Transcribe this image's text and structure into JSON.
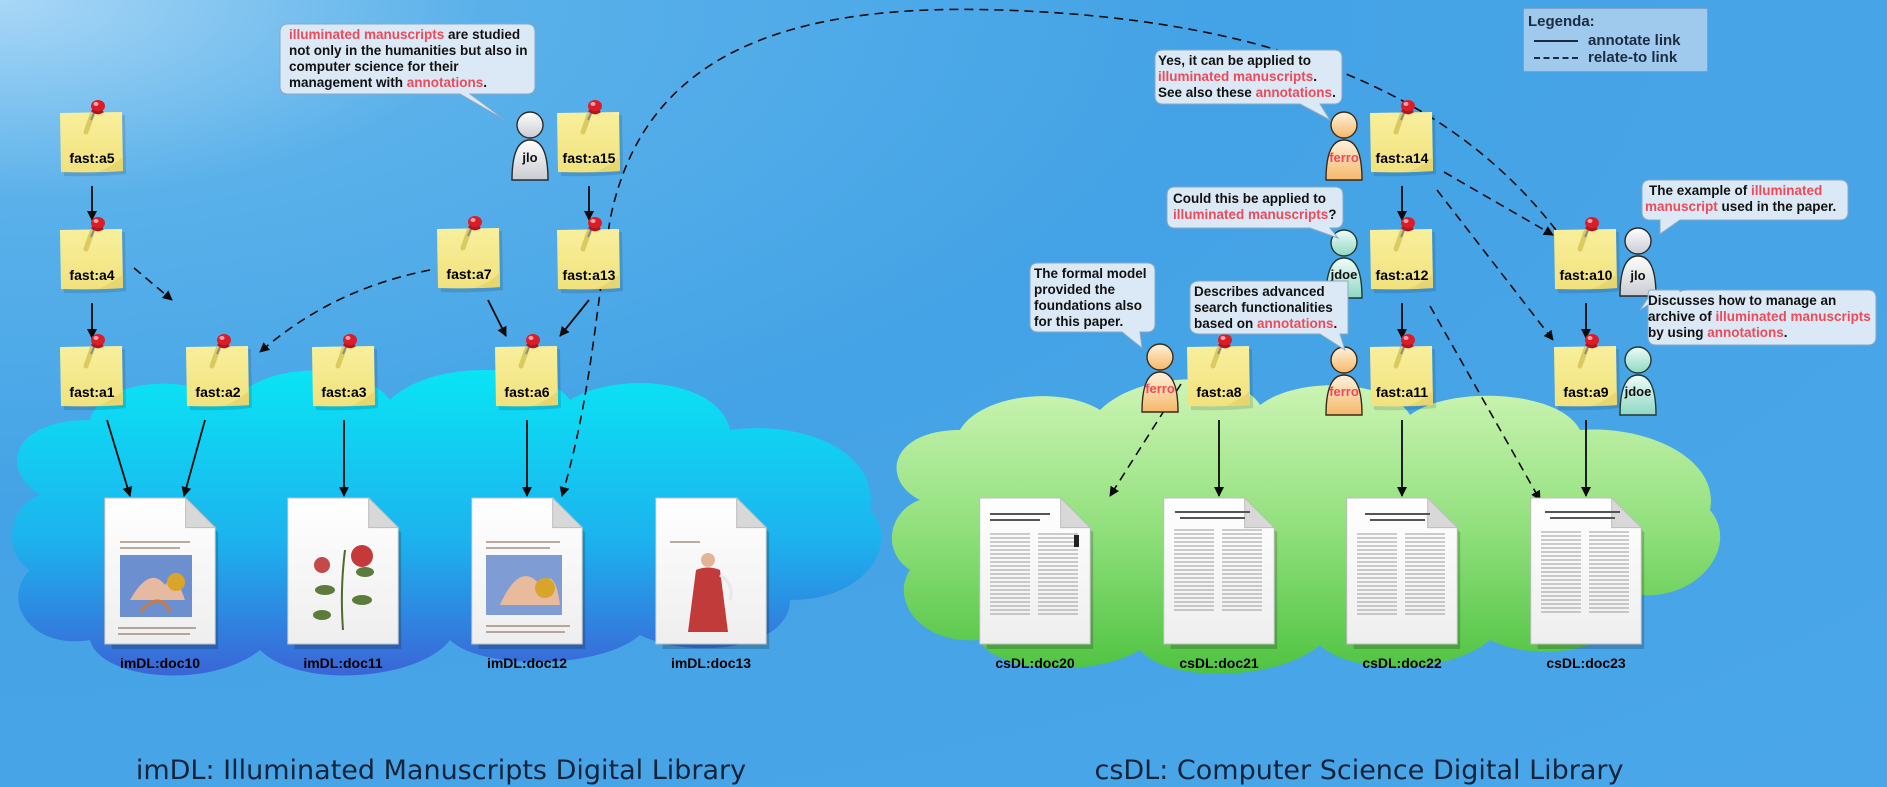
{
  "legend": {
    "title": "Legenda:",
    "annotate_link": "annotate link",
    "relate_link": "relate-to link"
  },
  "libraries": {
    "imdl_title": "imDL: Illuminated Manuscripts Digital Library",
    "csdl_title": "csDL: Computer Science Digital Library"
  },
  "annotations": {
    "a1": "fast:a1",
    "a2": "fast:a2",
    "a3": "fast:a3",
    "a4": "fast:a4",
    "a5": "fast:a5",
    "a6": "fast:a6",
    "a7": "fast:a7",
    "a8": "fast:a8",
    "a9": "fast:a9",
    "a10": "fast:a10",
    "a11": "fast:a11",
    "a12": "fast:a12",
    "a13": "fast:a13",
    "a14": "fast:a14",
    "a15": "fast:a15"
  },
  "documents": {
    "doc10": "imDL:doc10",
    "doc11": "imDL:doc11",
    "doc12": "imDL:doc12",
    "doc13": "imDL:doc13",
    "doc20": "csDL:doc20",
    "doc21": "csDL:doc21",
    "doc22": "csDL:doc22",
    "doc23": "csDL:doc23"
  },
  "users": {
    "jlo_1": "jlo",
    "jlo_2": "jlo",
    "ferro_1": "ferro",
    "ferro_2": "ferro",
    "ferro_3": "ferro",
    "jdoe_1": "jdoe",
    "jdoe_2": "jdoe"
  },
  "bubbles": {
    "jlo_a15": {
      "l1a": "illuminated manuscripts",
      "l1b": " are studied",
      "l2": "not only in the humanities but also in",
      "l3": "computer science for their",
      "l4a": "management with ",
      "l4b": "annotations",
      "l4c": "."
    },
    "ferro_a14": {
      "l1": "Yes, it can be applied to",
      "l2a": "illuminated manuscripts",
      "l2b": ".",
      "l3a": "See also these ",
      "l3b": "annotations",
      "l3c": "."
    },
    "jdoe_a12": {
      "l1": "Could this be applied to",
      "l2a": "illuminated manuscripts",
      "l2b": "?"
    },
    "ferro_a11": {
      "l1": "Describes advanced",
      "l2": "search functionalities",
      "l3a": "based on ",
      "l3b": "annotations",
      "l3c": "."
    },
    "ferro_a8": {
      "l1": "The formal model",
      "l2": "provided the",
      "l3": "foundations also",
      "l4": "for this paper."
    },
    "jlo_a10": {
      "l1a": "The example of ",
      "l1b": "illuminated",
      "l2a": "manuscript",
      "l2b": " used in the paper."
    },
    "jdoe_a9": {
      "l1": "Discusses how to manage an",
      "l2a": "archive of ",
      "l2b": "illuminated manuscripts",
      "l3a": "by using ",
      "l3b": "annotations",
      "l3c": "."
    }
  },
  "colors": {
    "background": "#44a3e6",
    "imdl_cloud_top": "#08e6f5",
    "imdl_cloud_bottom": "#3b63d6",
    "csdl_cloud_top": "#d2f7b3",
    "csdl_cloud_bottom": "#4fc43c",
    "note": "#f6ea8d",
    "pin": "#d91e2a",
    "highlight": "#ee4a5a"
  }
}
